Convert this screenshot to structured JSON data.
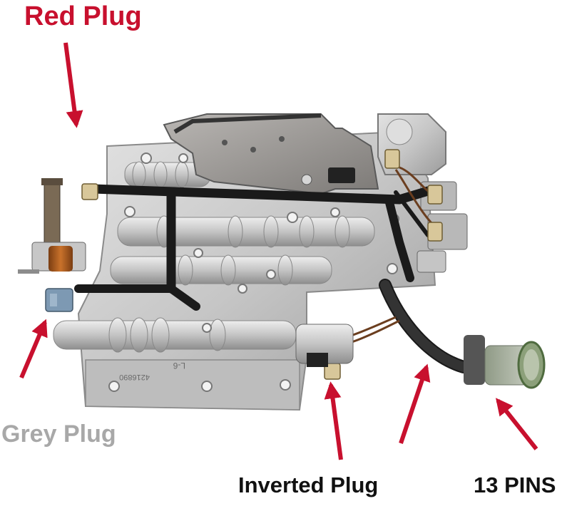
{
  "labels": {
    "red_plug": "Red Plug",
    "grey_plug": "Grey Plug",
    "inverted_plug": "Inverted Plug",
    "thirteen_pins": "13 PINS"
  },
  "colors": {
    "red_plug_text": "#c8102e",
    "grey_plug_text": "#a8a8a8",
    "dark_text": "#111111",
    "arrow": "#c8102e",
    "aluminum": "#c9c9c9",
    "harness": "#1a1a1a"
  },
  "product": {
    "part_number_stamp": "4216890",
    "cast_marking": "L-6"
  }
}
